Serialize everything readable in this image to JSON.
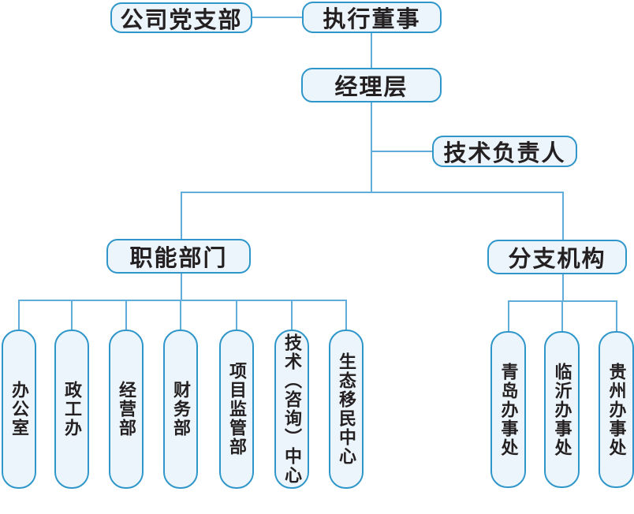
{
  "diagram": {
    "type": "org-chart",
    "nodes": {
      "party_branch": "公司党支部",
      "executive_director": "执行董事",
      "management": "经理层",
      "technical_lead": "技术负责人",
      "functional_departments": "职能部门",
      "branch_offices": "分支机构"
    },
    "departments": [
      "办公室",
      "政工办",
      "经营部",
      "财务部",
      "项目监管部",
      "技术（咨询）中心",
      "生态移民中心"
    ],
    "offices": [
      "青岛办事处",
      "临沂办事处",
      "贵州办事处"
    ],
    "hierarchy": {
      "root": "执行董事",
      "peer_link": [
        "公司党支部",
        "执行董事"
      ],
      "执行董事": [
        "经理层"
      ],
      "经理层": [
        "技术负责人",
        "职能部门",
        "分支机构"
      ],
      "职能部门": [
        "办公室",
        "政工办",
        "经营部",
        "财务部",
        "项目监管部",
        "技术（咨询）中心",
        "生态移民中心"
      ],
      "分支机构": [
        "青岛办事处",
        "临沂办事处",
        "贵州办事处"
      ]
    },
    "colors": {
      "node_border": "#2f96c9",
      "node_fill": "#ecf5fb",
      "connector": "#5fadd8",
      "text": "#242021",
      "background": "#ffffff"
    }
  }
}
